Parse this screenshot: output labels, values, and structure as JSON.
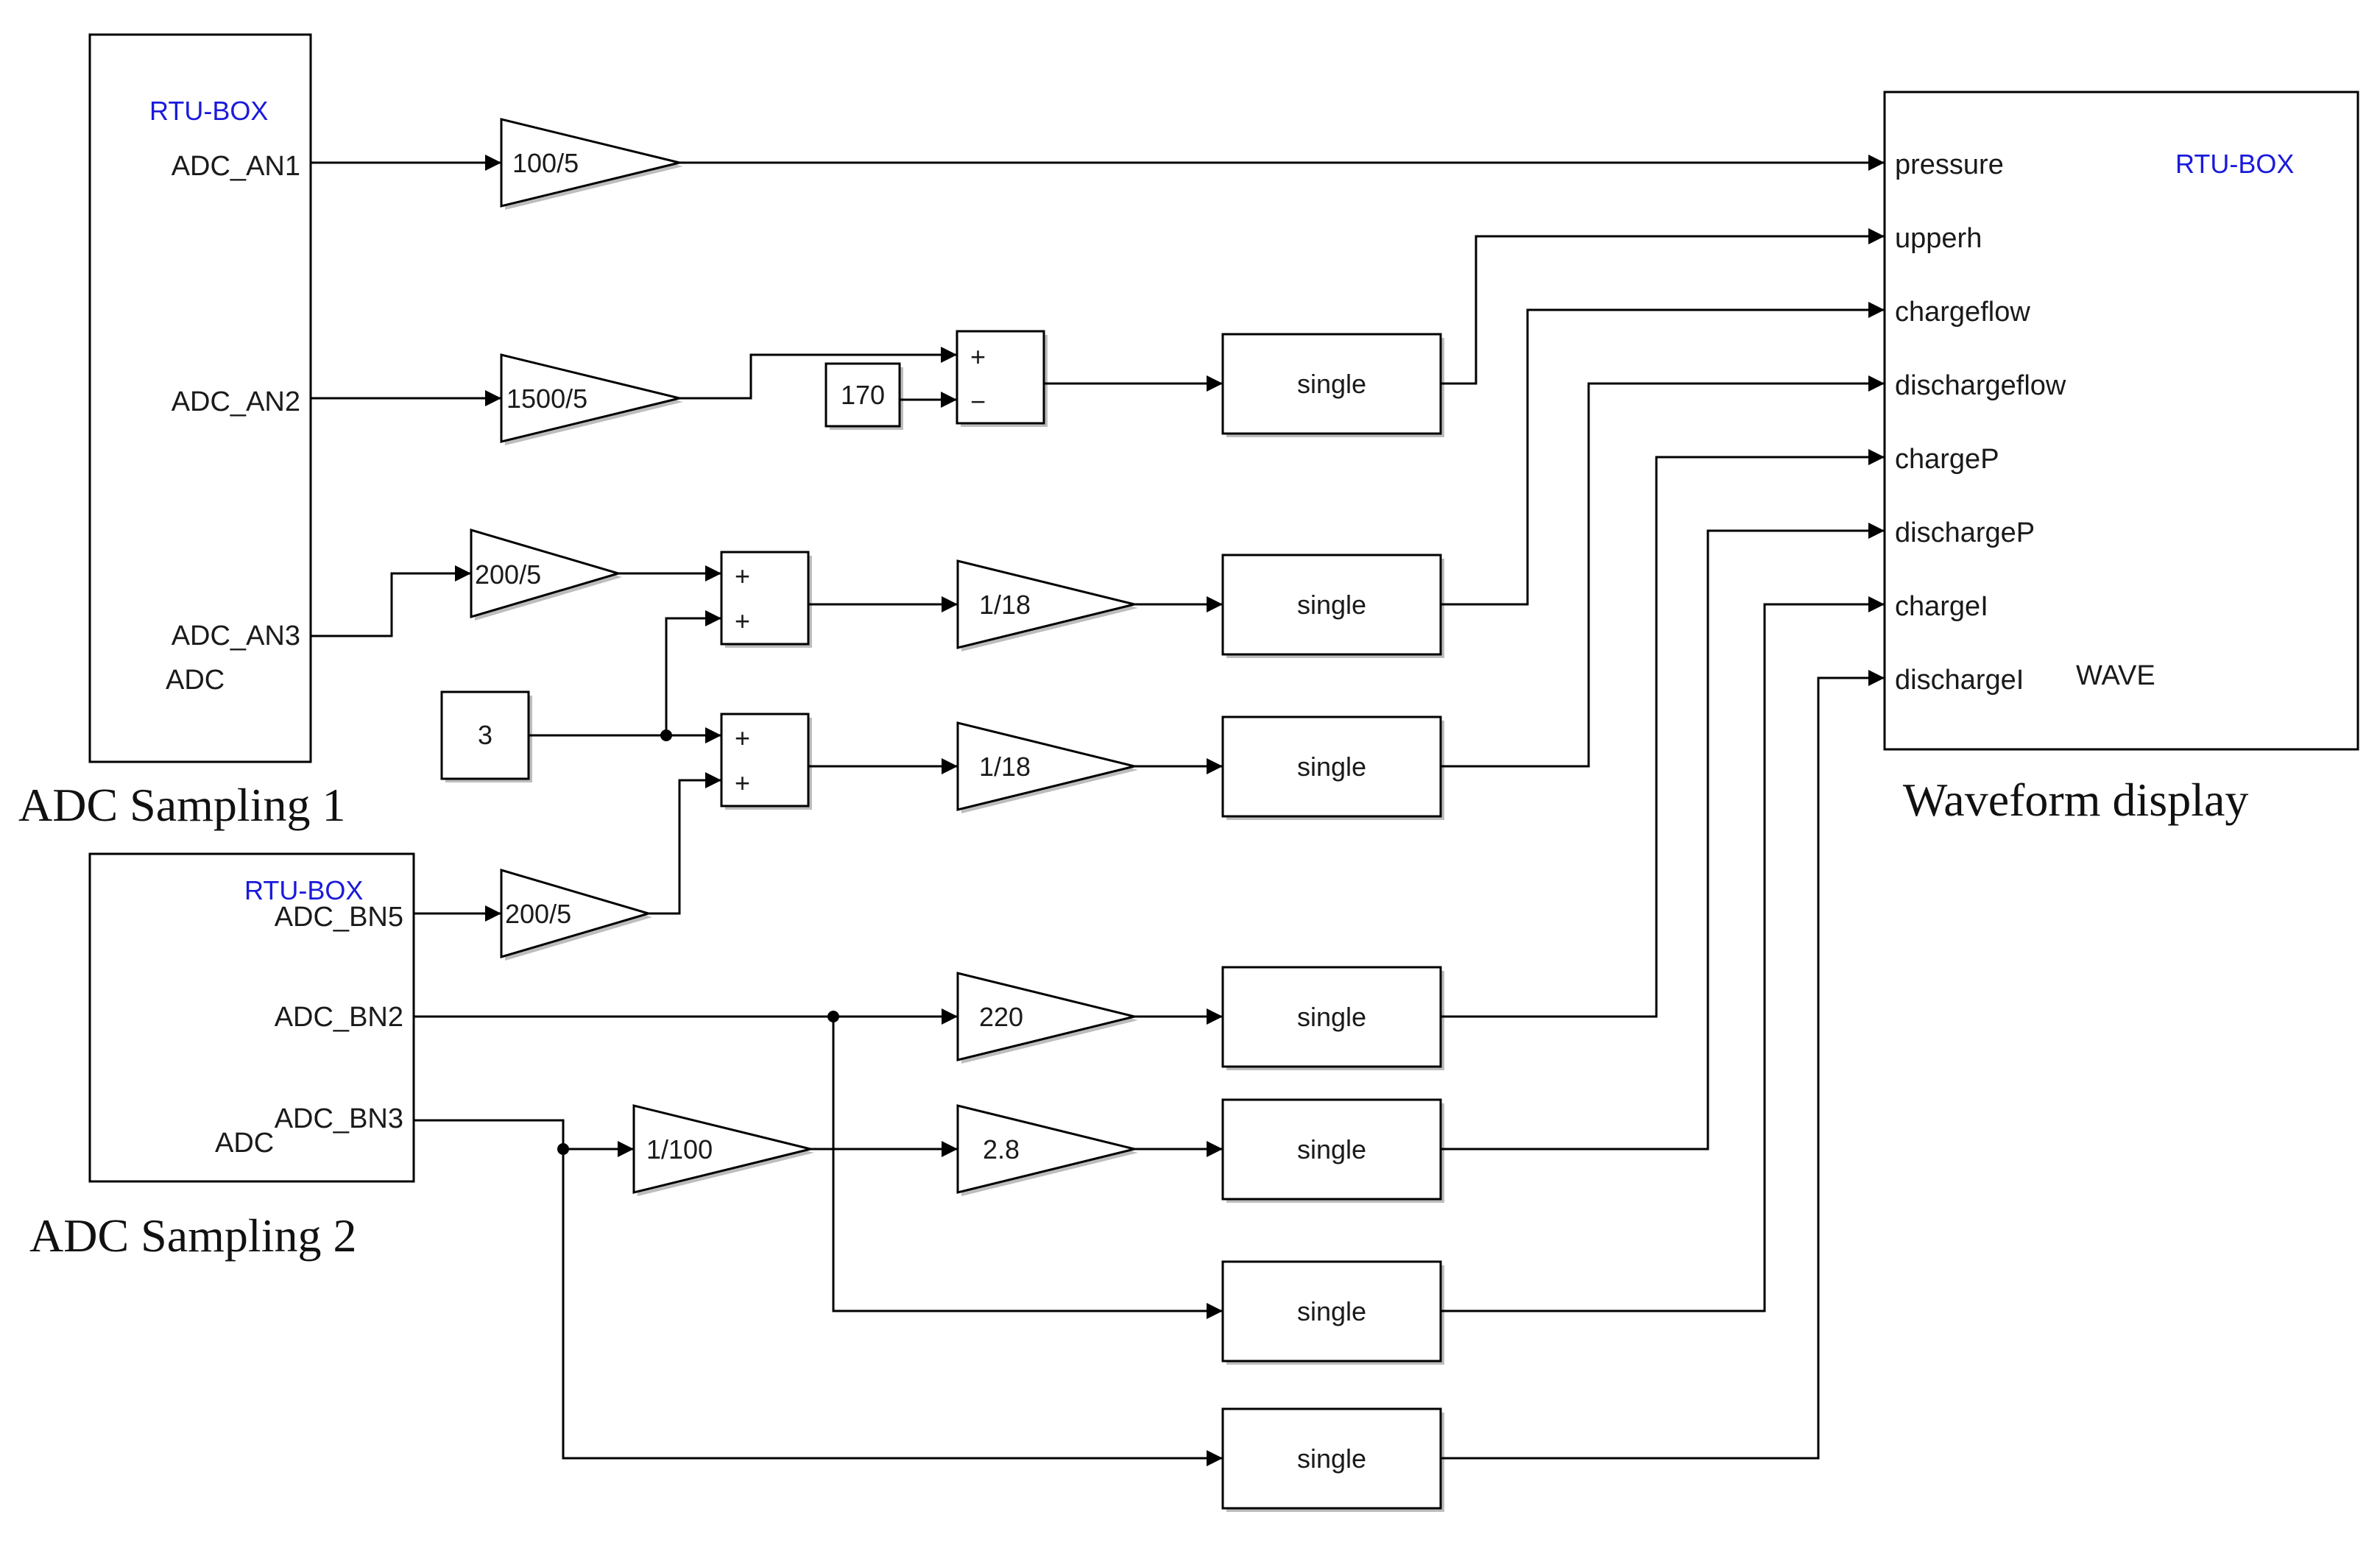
{
  "adc1": {
    "title": "RTU-BOX",
    "ports": [
      "ADC_AN1",
      "ADC_AN2",
      "ADC_AN3"
    ],
    "footer": "ADC",
    "caption": "ADC Sampling 1"
  },
  "adc2": {
    "title": "RTU-BOX",
    "ports": [
      "ADC_BN5",
      "ADC_BN2",
      "ADC_BN3"
    ],
    "footer": "ADC",
    "caption": "ADC Sampling 2"
  },
  "wave": {
    "title": "RTU-BOX",
    "ports": [
      "pressure",
      "upperh",
      "chargeflow",
      "dischargeflow",
      "chargeP",
      "dischargeP",
      "chargeI",
      "dischargeI"
    ],
    "footer": "WAVE",
    "caption": "Waveform display"
  },
  "gains": {
    "g_an1": "100/5",
    "g_an2": "1500/5",
    "g_an3": "200/5",
    "g_bn5": "200/5",
    "g_sum1": "1/18",
    "g_sum2": "1/18",
    "g_bn2": "220",
    "g_bn3": "1/100",
    "g_bn3b": "2.8"
  },
  "constants": {
    "c170": "170",
    "c3": "3"
  },
  "sums": {
    "s1": [
      "+",
      "−"
    ],
    "s2": [
      "+",
      "+"
    ],
    "s3": [
      "+",
      "+"
    ]
  },
  "converter_label": "single"
}
